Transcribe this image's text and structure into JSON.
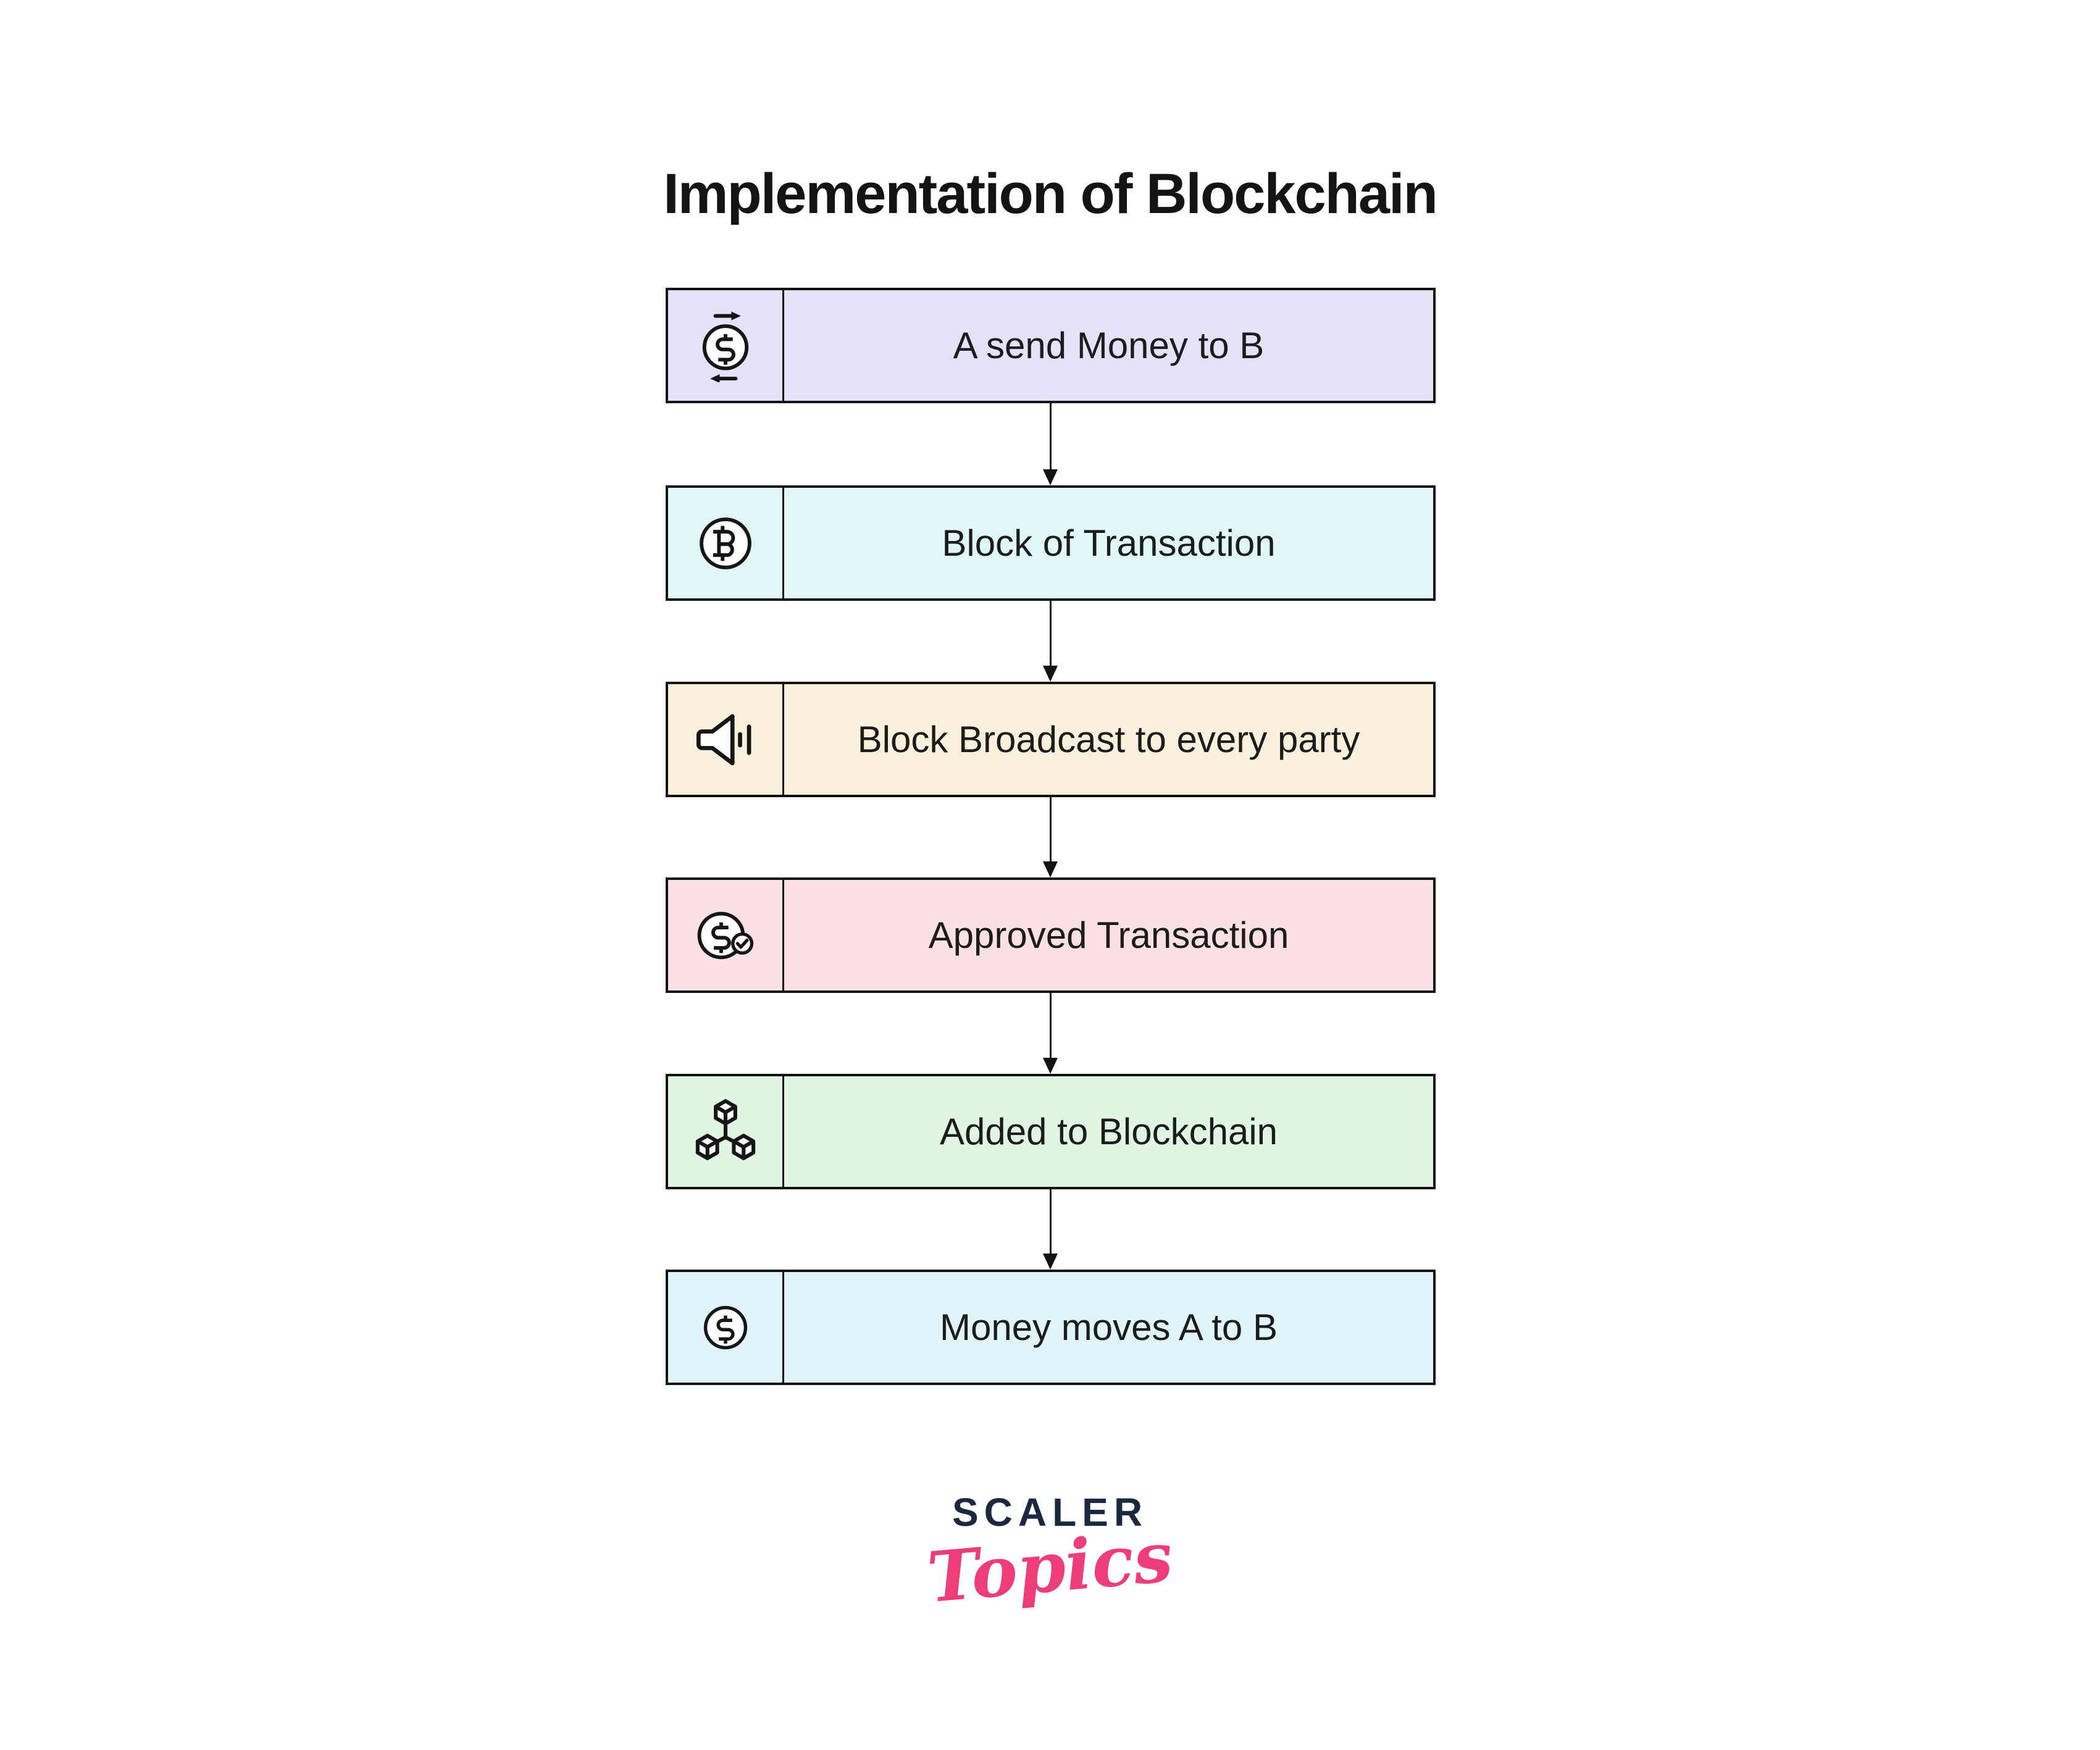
{
  "title": "Implementation of Blockchain",
  "flow": {
    "steps": [
      {
        "label": "A send Money to B",
        "color": "#E5E1F8",
        "icon": "money-transfer-icon"
      },
      {
        "label": "Block of Transaction",
        "color": "#DFF7F7",
        "icon": "bitcoin-icon"
      },
      {
        "label": "Block Broadcast to every party",
        "color": "#FBF0DC",
        "icon": "speaker-icon"
      },
      {
        "label": "Approved Transaction",
        "color": "#FBE1E5",
        "icon": "approved-transaction-icon"
      },
      {
        "label": "Added to Blockchain",
        "color": "#E1F5E3",
        "icon": "blockchain-cubes-icon"
      },
      {
        "label": "Money moves A to B",
        "color": "#DFF5F9",
        "icon": "dollar-coin-icon"
      }
    ]
  },
  "logo": {
    "primary": "SCALER",
    "secondary": "Topics",
    "primary_color": "#1B2940",
    "secondary_color": "#ED3E78"
  },
  "colors": {
    "border": "#131313",
    "text": "#1C1C1C",
    "background": "#FFFFFF"
  }
}
